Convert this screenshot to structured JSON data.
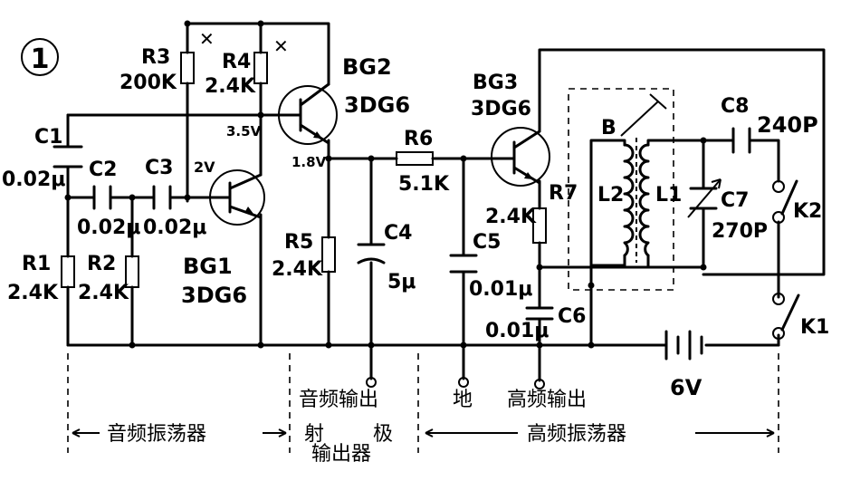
{
  "figure_number": "1",
  "components": {
    "R3": {
      "name": "R3",
      "value": "200K"
    },
    "R4": {
      "name": "R4",
      "value": "2.4K"
    },
    "R1": {
      "name": "R1",
      "value": "2.4K"
    },
    "R2": {
      "name": "R2",
      "value": "2.4K"
    },
    "R5": {
      "name": "R5",
      "value": "2.4K"
    },
    "R6": {
      "name": "R6",
      "value": "5.1K"
    },
    "R7": {
      "name": "R7",
      "value": "2.4K"
    },
    "C1": {
      "name": "C1",
      "value": "0.02μ"
    },
    "C2": {
      "name": "C2",
      "value": "0.02μ"
    },
    "C3": {
      "name": "C3",
      "value": "0.02μ"
    },
    "C4": {
      "name": "C4",
      "value": "5μ"
    },
    "C5": {
      "name": "C5",
      "value": "0.01μ"
    },
    "C6": {
      "name": "C6",
      "value": "0.01μ"
    },
    "C7": {
      "name": "C7",
      "value": "270P"
    },
    "C8": {
      "name": "C8",
      "value": "240P"
    },
    "BG1": {
      "name": "BG1",
      "model": "3DG6"
    },
    "BG2": {
      "name": "BG2",
      "model": "3DG6"
    },
    "BG3": {
      "name": "BG3",
      "model": "3DG6"
    },
    "L1": "L1",
    "L2": "L2",
    "B": "B",
    "K1": "K1",
    "K2": "K2",
    "battery": "6V"
  },
  "voltages": {
    "v1": "3.5V",
    "v2": "2V",
    "v3": "1.8V"
  },
  "marks": {
    "cross": "✕"
  },
  "terminals": {
    "audio_out": "音频输出",
    "ground": "地",
    "rf_out": "高频输出"
  },
  "sections": {
    "audio_osc": "音频振荡器",
    "emitter_top_left": "射",
    "emitter_top_right": "极",
    "emitter_bottom": "输出器",
    "rf_osc": "高频振荡器"
  }
}
